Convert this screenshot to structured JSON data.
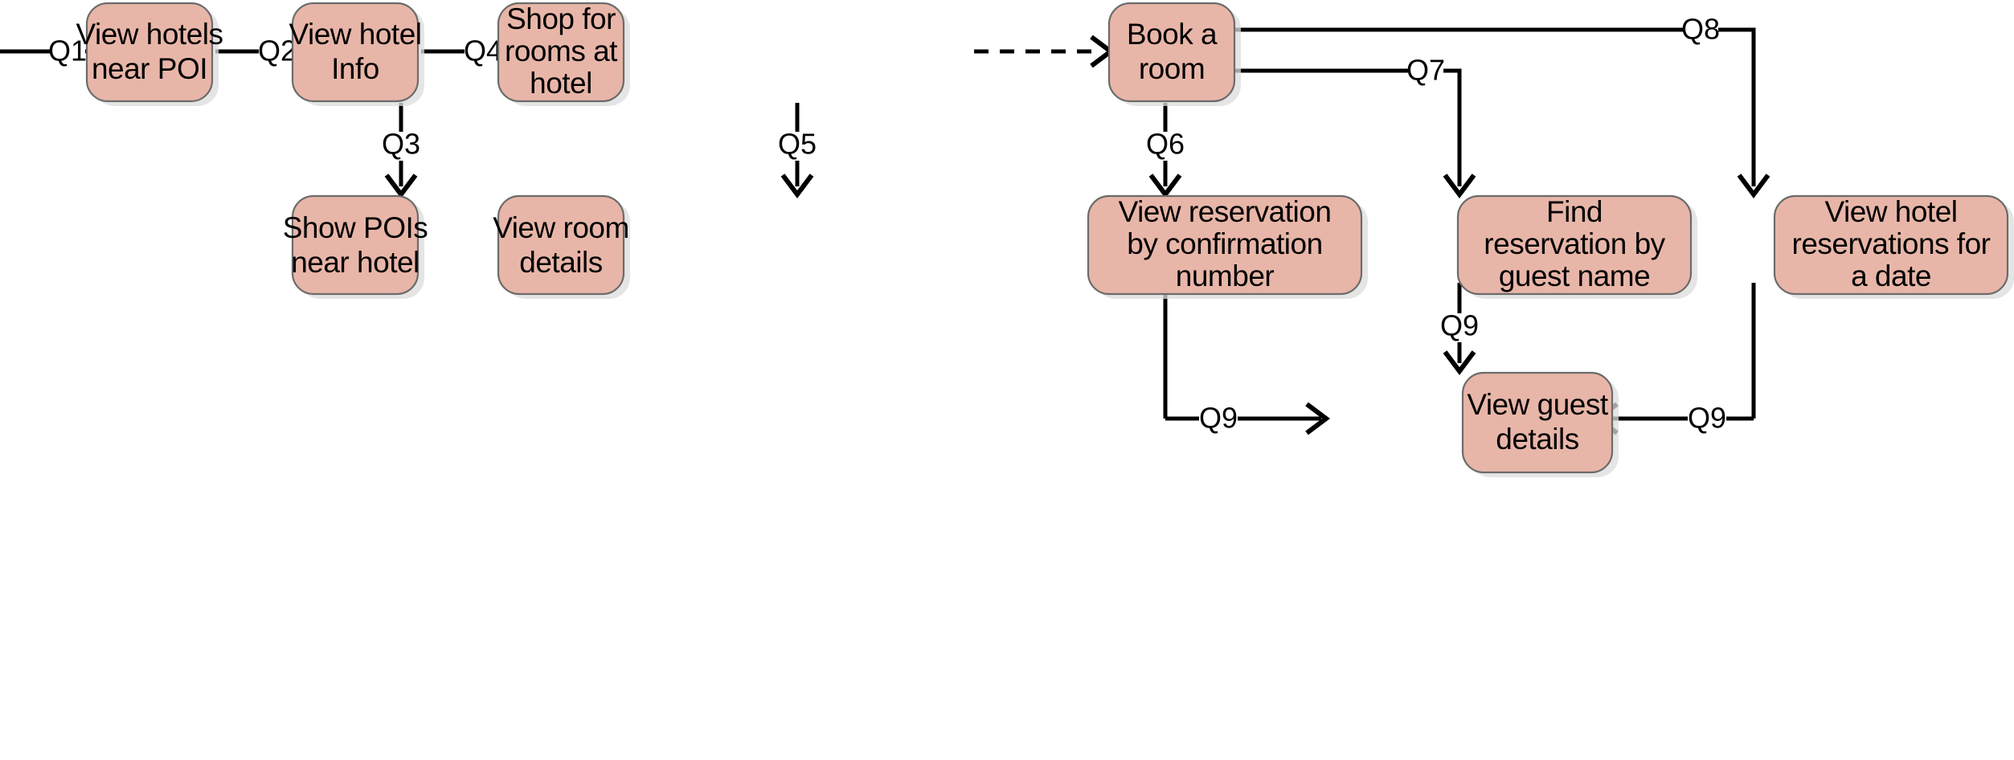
{
  "diagram": {
    "type": "flowchart",
    "title": "",
    "background_color": "#ffffff",
    "node_fill_color": "#e8b6a8",
    "node_border_color": "#6b6b6b",
    "edge_color": "#000000",
    "nodes": [
      {
        "id": "view_hotels_near_poi",
        "lines": [
          "View hotels",
          "near POI"
        ]
      },
      {
        "id": "view_hotel_info",
        "lines": [
          "View hotel",
          "Info"
        ]
      },
      {
        "id": "shop_for_rooms",
        "lines": [
          "Shop for",
          "rooms at",
          "hotel"
        ]
      },
      {
        "id": "book_a_room",
        "lines": [
          "Book a",
          "room"
        ]
      },
      {
        "id": "show_pois_near_hotel",
        "lines": [
          "Show POIs",
          "near hotel"
        ]
      },
      {
        "id": "view_room_details",
        "lines": [
          "View room",
          "details"
        ]
      },
      {
        "id": "view_reservation_by_confirmation",
        "lines": [
          "View reservation",
          "by confirmation",
          "number"
        ]
      },
      {
        "id": "find_reservation_by_guest_name",
        "lines": [
          "Find",
          "reservation by",
          "guest name"
        ]
      },
      {
        "id": "view_hotel_reservations_for_date",
        "lines": [
          "View hotel",
          "reservations for",
          "a date"
        ]
      },
      {
        "id": "view_guest_details",
        "lines": [
          "View guest",
          "details"
        ]
      }
    ],
    "edges": [
      {
        "id": "e_q1",
        "label": "Q1",
        "from": "start",
        "to": "view_hotels_near_poi",
        "style": "solid"
      },
      {
        "id": "e_q2",
        "label": "Q2",
        "from": "view_hotels_near_poi",
        "to": "view_hotel_info",
        "style": "solid"
      },
      {
        "id": "e_q3",
        "label": "Q3",
        "from": "view_hotel_info",
        "to": "show_pois_near_hotel",
        "style": "solid"
      },
      {
        "id": "e_q4",
        "label": "Q4",
        "from": "view_hotel_info",
        "to": "shop_for_rooms",
        "style": "solid"
      },
      {
        "id": "e_q5",
        "label": "Q5",
        "from": "shop_for_rooms",
        "to": "view_room_details",
        "style": "solid"
      },
      {
        "id": "e_dashed",
        "label": "",
        "from": "shop_for_rooms",
        "to": "book_a_room",
        "style": "dashed"
      },
      {
        "id": "e_q6",
        "label": "Q6",
        "from": "book_a_room",
        "to": "view_reservation_by_confirmation",
        "style": "solid"
      },
      {
        "id": "e_q7",
        "label": "Q7",
        "from": "book_a_room",
        "to": "find_reservation_by_guest_name",
        "style": "solid"
      },
      {
        "id": "e_q8",
        "label": "Q8",
        "from": "book_a_room",
        "to": "view_hotel_reservations_for_date",
        "style": "solid"
      },
      {
        "id": "e_q9a",
        "label": "Q9",
        "from": "view_reservation_by_confirmation",
        "to": "view_guest_details",
        "style": "solid"
      },
      {
        "id": "e_q9b",
        "label": "Q9",
        "from": "find_reservation_by_guest_name",
        "to": "view_guest_details",
        "style": "solid"
      },
      {
        "id": "e_q9c",
        "label": "Q9",
        "from": "view_hotel_reservations_for_date",
        "to": "view_guest_details",
        "style": "solid"
      }
    ]
  }
}
